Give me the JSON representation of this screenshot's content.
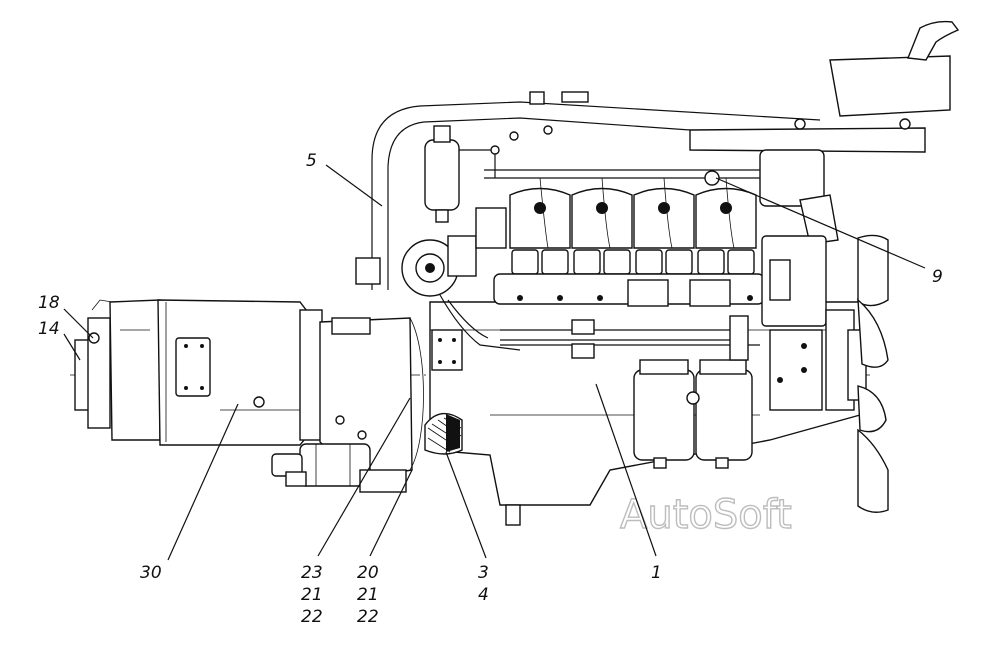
{
  "callouts": {
    "c1": "1",
    "c3": "3",
    "c4": "4",
    "c5": "5",
    "c9": "9",
    "c14": "14",
    "c18": "18",
    "c20": "20",
    "c20_21": "21",
    "c20_22": "22",
    "c23": "23",
    "c23_21": "21",
    "c23_22": "22",
    "c30": "30"
  },
  "watermark": "AutoSoft"
}
